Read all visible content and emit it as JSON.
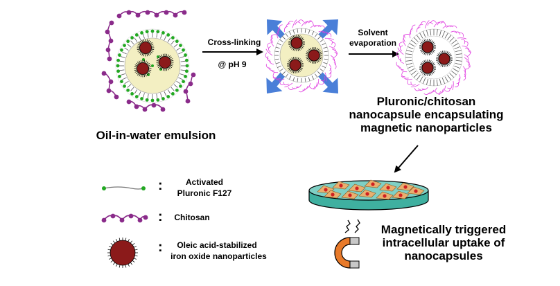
{
  "steps": {
    "crosslink_label": "Cross-linking",
    "crosslink_ph": "@ pH 9",
    "evaporation_line1": "Solvent",
    "evaporation_line2": "evaporation"
  },
  "labels": {
    "emulsion": "Oil-in-water emulsion",
    "nanocapsule_line1": "Pluronic/chitosan",
    "nanocapsule_line2": "nanocapsule encapsulating",
    "nanocapsule_line3": "magnetic nanoparticles",
    "uptake_line1": "Magnetically triggered",
    "uptake_line2": "intracellular uptake of",
    "uptake_line3": "nanocapsules"
  },
  "legend": {
    "pluronic_line1": "Activated",
    "pluronic_line2": "Pluronic F127",
    "chitosan": "Chitosan",
    "iron_line1": "Oleic acid-stabilized",
    "iron_line2": "iron oxide nanoparticles",
    "colon": ":"
  },
  "colors": {
    "pluronic": "#22a822",
    "chitosan": "#8a2b8a",
    "chitosan_shell": "#e040e0",
    "nanoparticle": "#8b1a1a",
    "oil_core": "#f3efc2",
    "expansion_arrow": "#4a7fd8",
    "dish_teal": "#3fb0a0",
    "cells": "#e8b070",
    "magnet": "#e87a2a"
  }
}
